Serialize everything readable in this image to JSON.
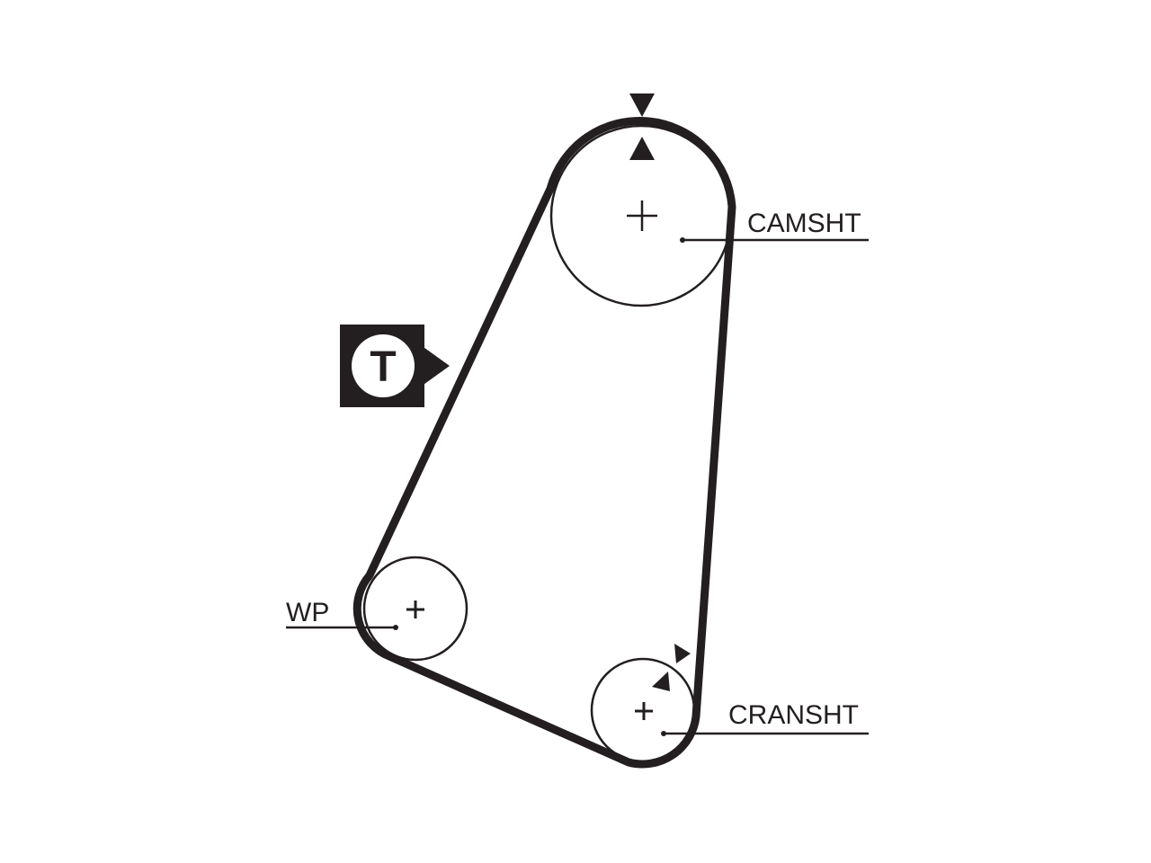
{
  "diagram": {
    "colors": {
      "ink": "#231f20",
      "background": "#ffffff"
    },
    "labels": {
      "camshaft": "CAMSHT",
      "crankshaft": "CRANSHT",
      "water_pump": "WP",
      "tensioner": "T"
    },
    "icons": {
      "timing_mark_top": "triangle-pair-vertical",
      "timing_mark_crank": "triangle-pair-diagonal",
      "tensioner_marker": "tensioner-flag"
    }
  }
}
